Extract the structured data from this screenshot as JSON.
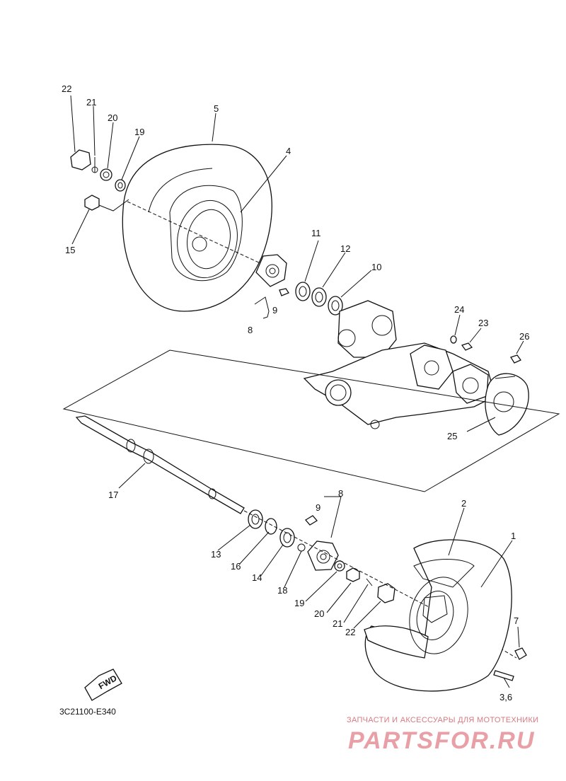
{
  "diagram_code": "3C21100-E340",
  "fwd_label": "FWD",
  "watermark": {
    "tagline": "ЗАПЧАСТИ И АКСЕССУАРЫ ДЛЯ МОТОТЕХНИКИ",
    "logo": "PARTSFOR.RU"
  },
  "callouts": {
    "c22a": "22",
    "c21a": "21",
    "c20a": "20",
    "c19a": "19",
    "c5": "5",
    "c4": "4",
    "c15": "15",
    "c11": "11",
    "c12": "12",
    "c10": "10",
    "c9a": "9",
    "c8a": "8",
    "c24": "24",
    "c23": "23",
    "c26": "26",
    "c25": "25",
    "c17": "17",
    "c8b": "8",
    "c9b": "9",
    "c2": "2",
    "c1": "1",
    "c13": "13",
    "c16": "16",
    "c14": "14",
    "c18": "18",
    "c19b": "19",
    "c20b": "20",
    "c21b": "21",
    "c22b": "22",
    "c7": "7",
    "c36": "3,6"
  }
}
